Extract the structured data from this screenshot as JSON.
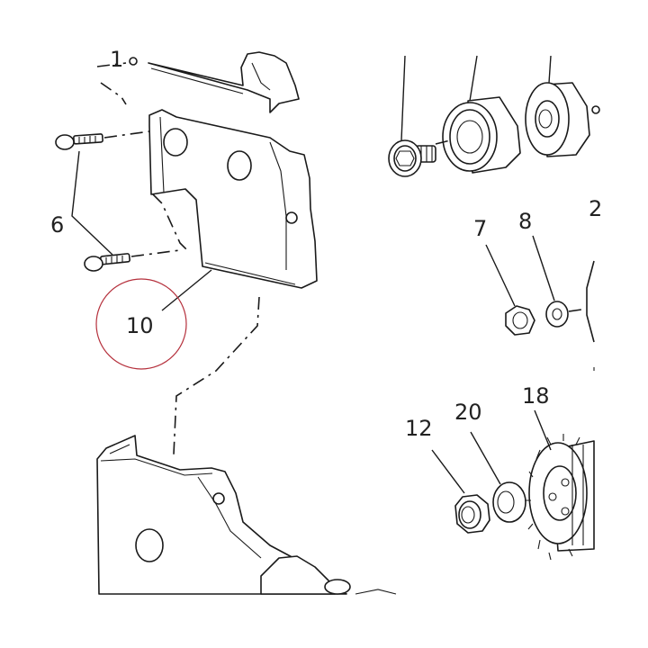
{
  "callouts": [
    {
      "id": "label-6",
      "text": "6"
    },
    {
      "id": "label-10",
      "text": "10"
    },
    {
      "id": "label-7",
      "text": "7"
    },
    {
      "id": "label-8",
      "text": "8"
    },
    {
      "id": "label-12",
      "text": "12"
    },
    {
      "id": "label-20",
      "text": "20"
    },
    {
      "id": "label-18",
      "text": "18"
    },
    {
      "id": "label-2-partial",
      "text": "2"
    },
    {
      "id": "label-1-partial",
      "text": "1"
    }
  ],
  "highlight_color": "#b5303c",
  "line_color": "#1a1a1a"
}
